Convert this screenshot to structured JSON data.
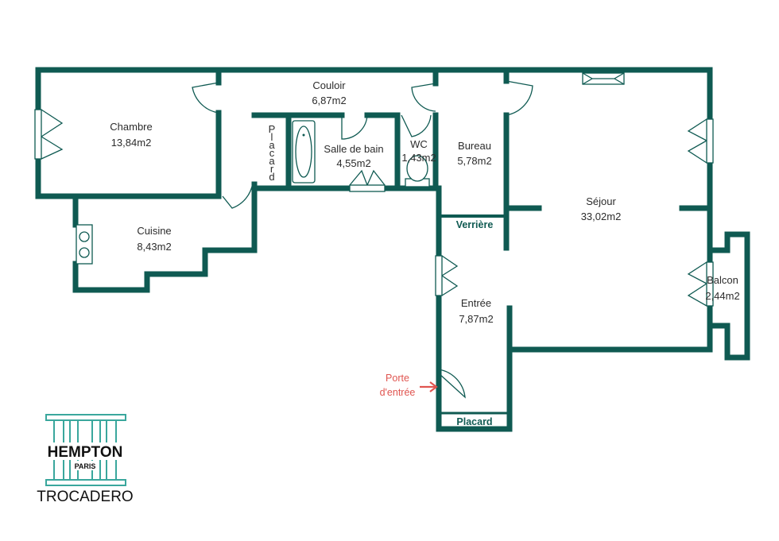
{
  "rooms": {
    "couloir": {
      "name": "Couloir",
      "area": "6,87m2"
    },
    "chambre": {
      "name": "Chambre",
      "area": "13,84m2"
    },
    "salle_de_bain": {
      "name": "Salle de bain",
      "area": "4,55m2"
    },
    "wc": {
      "name": "WC",
      "area": "1,43m2"
    },
    "bureau": {
      "name": "Bureau",
      "area": "5,78m2"
    },
    "sejour": {
      "name": "Séjour",
      "area": "33,02m2"
    },
    "cuisine": {
      "name": "Cuisine",
      "area": "8,43m2"
    },
    "entree": {
      "name": "Entrée",
      "area": "7,87m2"
    },
    "balcon": {
      "name": "Balcon",
      "area": "2,44m2"
    }
  },
  "labels": {
    "placard_vertical": [
      "P",
      "l",
      "a",
      "c",
      "a",
      "r",
      "d"
    ],
    "verriere": "Verrière",
    "placard_bottom": "Placard",
    "entry_line1": "Porte",
    "entry_line2": "d'entrée"
  },
  "logo": {
    "brand": "HEMPTON",
    "city": "PARIS",
    "location": "TROCADERO"
  },
  "colors": {
    "walls": "#0f5a52",
    "entry_marker": "#e05550",
    "logo_accent": "#3aa79d"
  }
}
